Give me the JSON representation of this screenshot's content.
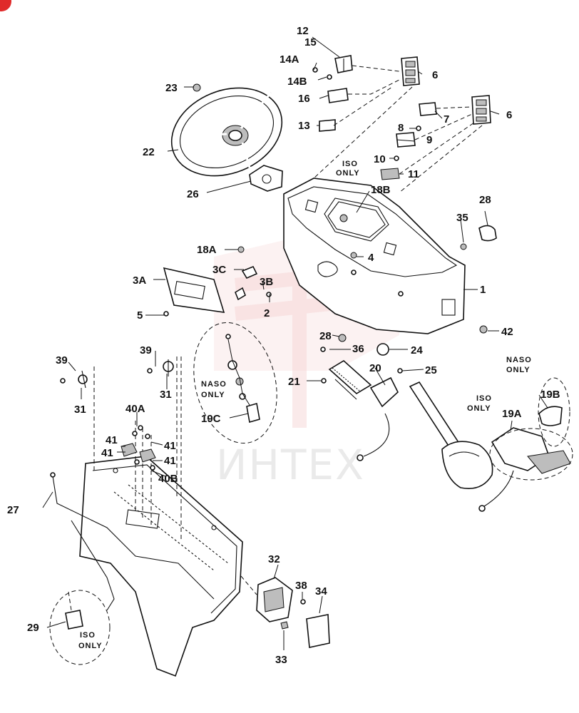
{
  "watermark": {
    "text": "ИНТЕХ",
    "logo_color": "#e24b4b"
  },
  "callouts": [
    {
      "id": "c12",
      "label": "12"
    },
    {
      "id": "c15",
      "label": "15"
    },
    {
      "id": "c14a",
      "label": "14A"
    },
    {
      "id": "c14b",
      "label": "14B"
    },
    {
      "id": "c6a",
      "label": "6"
    },
    {
      "id": "c16",
      "label": "16"
    },
    {
      "id": "c6b",
      "label": "6"
    },
    {
      "id": "c7",
      "label": "7"
    },
    {
      "id": "c8",
      "label": "8"
    },
    {
      "id": "c13",
      "label": "13"
    },
    {
      "id": "c9",
      "label": "9"
    },
    {
      "id": "c10",
      "label": "10"
    },
    {
      "id": "c11",
      "label": "11"
    },
    {
      "id": "c23",
      "label": "23"
    },
    {
      "id": "c22",
      "label": "22"
    },
    {
      "id": "c26",
      "label": "26"
    },
    {
      "id": "c18b",
      "label": "18B"
    },
    {
      "id": "c28a",
      "label": "28"
    },
    {
      "id": "c35",
      "label": "35"
    },
    {
      "id": "c18a",
      "label": "18A"
    },
    {
      "id": "c4",
      "label": "4"
    },
    {
      "id": "c3c",
      "label": "3C"
    },
    {
      "id": "c3a",
      "label": "3A"
    },
    {
      "id": "c3b",
      "label": "3B"
    },
    {
      "id": "c1",
      "label": "1"
    },
    {
      "id": "c5",
      "label": "5"
    },
    {
      "id": "c2",
      "label": "2"
    },
    {
      "id": "c42",
      "label": "42"
    },
    {
      "id": "c28b",
      "label": "28"
    },
    {
      "id": "c36",
      "label": "36"
    },
    {
      "id": "c24",
      "label": "24"
    },
    {
      "id": "c39a",
      "label": "39"
    },
    {
      "id": "c39b",
      "label": "39"
    },
    {
      "id": "c20",
      "label": "20"
    },
    {
      "id": "c25",
      "label": "25"
    },
    {
      "id": "c21",
      "label": "21"
    },
    {
      "id": "c31a",
      "label": "31"
    },
    {
      "id": "c31b",
      "label": "31"
    },
    {
      "id": "c40a",
      "label": "40A"
    },
    {
      "id": "c19c",
      "label": "19C"
    },
    {
      "id": "c19b",
      "label": "19B"
    },
    {
      "id": "c19a",
      "label": "19A"
    },
    {
      "id": "c41a",
      "label": "41"
    },
    {
      "id": "c41b",
      "label": "41"
    },
    {
      "id": "c41c",
      "label": "41"
    },
    {
      "id": "c41d",
      "label": "41"
    },
    {
      "id": "c40b",
      "label": "40B"
    },
    {
      "id": "c27",
      "label": "27"
    },
    {
      "id": "c32",
      "label": "32"
    },
    {
      "id": "c38",
      "label": "38"
    },
    {
      "id": "c34",
      "label": "34"
    },
    {
      "id": "c29",
      "label": "29"
    },
    {
      "id": "c33",
      "label": "33"
    }
  ],
  "notes": [
    {
      "id": "iso_top_1",
      "text": "ISO"
    },
    {
      "id": "iso_top_2",
      "text": "ONLY"
    },
    {
      "id": "naso_left_1",
      "text": "NASO"
    },
    {
      "id": "naso_left_2",
      "text": "ONLY"
    },
    {
      "id": "naso_right_1",
      "text": "NASO"
    },
    {
      "id": "naso_right_2",
      "text": "ONLY"
    },
    {
      "id": "iso_right_1",
      "text": "ISO"
    },
    {
      "id": "iso_right_2",
      "text": "ONLY"
    },
    {
      "id": "iso_bottom_1",
      "text": "ISO"
    },
    {
      "id": "iso_bottom_2",
      "text": "ONLY"
    }
  ]
}
